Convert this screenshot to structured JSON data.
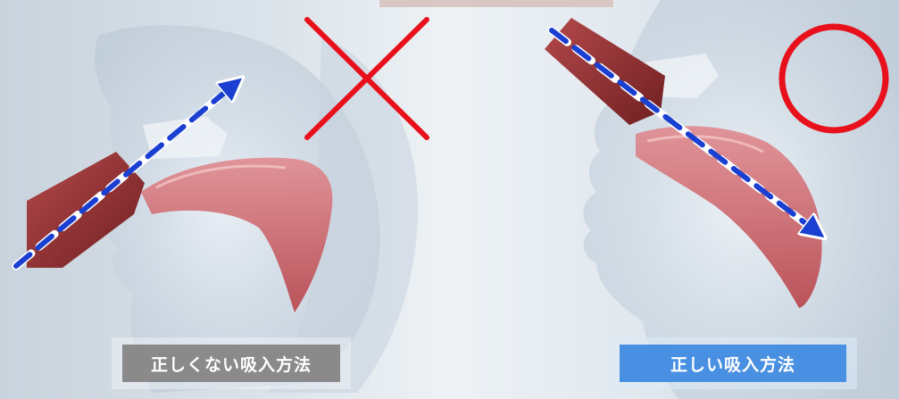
{
  "labels": {
    "incorrect": "正しくない吸入方法",
    "correct": "正しい吸入方法"
  },
  "marks": {
    "incorrect": "cross-mark",
    "correct": "circle-mark"
  },
  "colors": {
    "label_incorrect_bg": "#8a8a8a",
    "label_correct_bg": "#4a90e2",
    "mark_red": "#e8101a",
    "arrow_blue": "#1a3fd1",
    "tongue": "#c9555c",
    "inhaler": "#8e2a2c"
  }
}
